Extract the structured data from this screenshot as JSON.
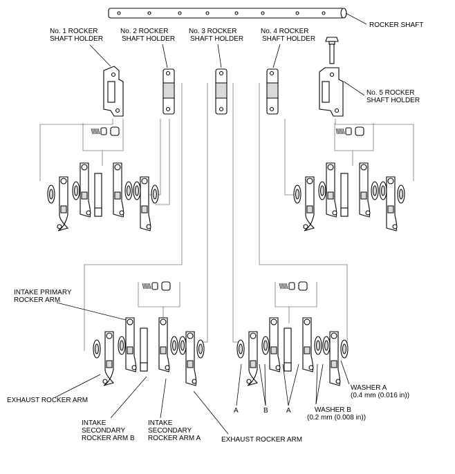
{
  "labels": {
    "rocker_shaft": "ROCKER SHAFT",
    "holder1": [
      "No. 1 ROCKER",
      "SHAFT HOLDER"
    ],
    "holder2": [
      "No. 2 ROCKER",
      "SHAFT HOLDER"
    ],
    "holder3": [
      "No. 3 ROCKER",
      "SHAFT HOLDER"
    ],
    "holder4": [
      "No. 4 ROCKER",
      "SHAFT HOLDER"
    ],
    "holder5": [
      "No. 5 ROCKER",
      "SHAFT HOLDER"
    ],
    "intake_primary": [
      "INTAKE PRIMARY",
      "ROCKER ARM"
    ],
    "exhaust_left": "EXHAUST ROCKER ARM",
    "intake_secondary_b": [
      "INTAKE",
      "SECONDARY",
      "ROCKER ARM B"
    ],
    "intake_secondary_a": [
      "INTAKE",
      "SECONDARY",
      "ROCKER ARM A"
    ],
    "exhaust_right": "EXHAUST ROCKER ARM",
    "washer_a": [
      "WASHER A",
      "(0.4 mm (0.016 in))"
    ],
    "washer_b": [
      "WASHER B",
      "(0.2 mm (0.008 in))"
    ],
    "a1": "A",
    "b": "B",
    "a2": "A"
  }
}
